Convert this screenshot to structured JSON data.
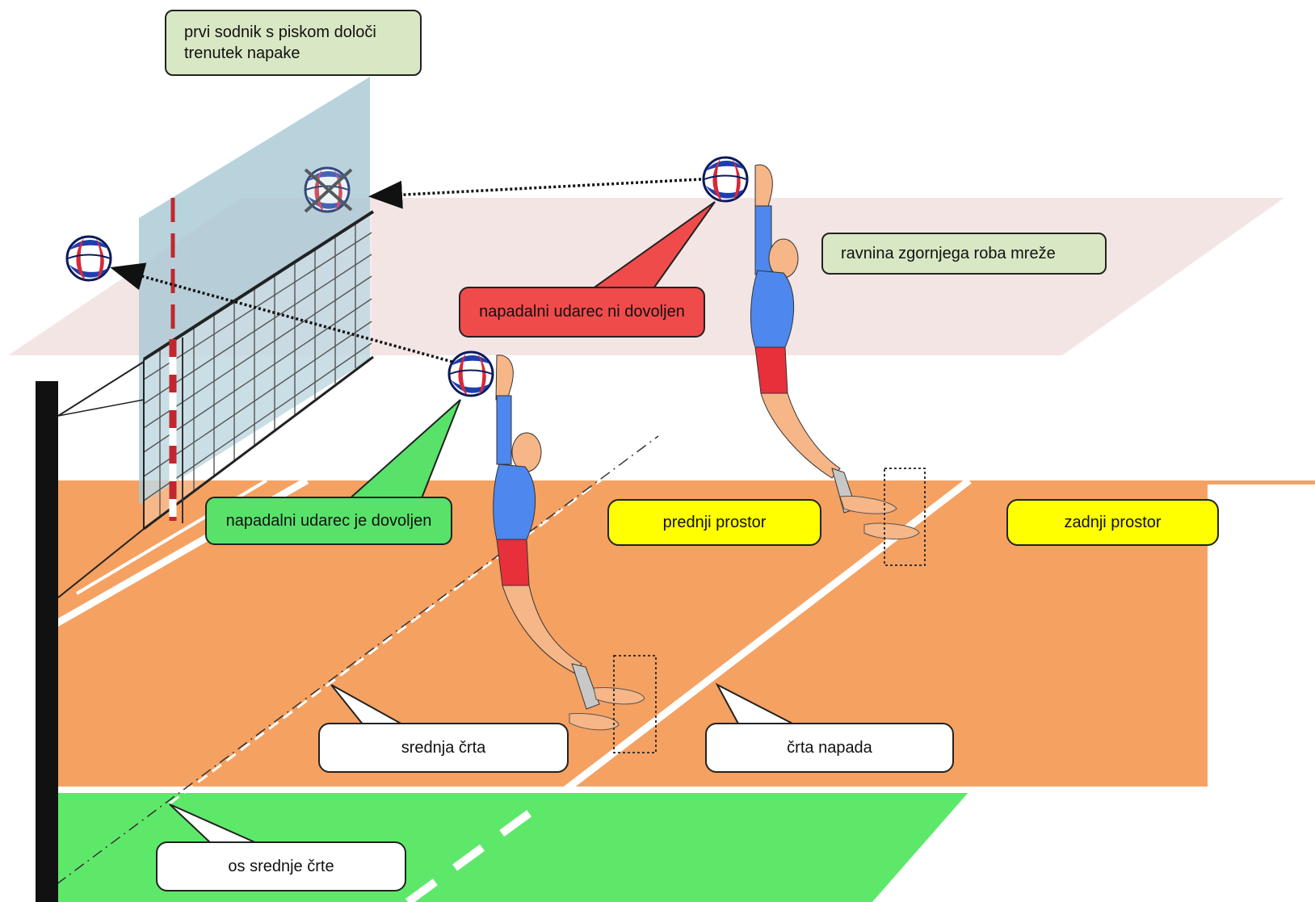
{
  "labels": {
    "first_referee": "prvi sodnik s piskom določi trenutek napake",
    "net_plane": "ravnina zgornjega roba mreže",
    "not_allowed": "napadalni udarec ni dovoljen",
    "allowed": "napadalni udarec je dovoljen",
    "front_zone": "prednji prostor",
    "back_zone": "zadnji prostor",
    "center_line": "srednja črta",
    "attack_line": "črta napada",
    "center_axis": "os srednje črte"
  },
  "colors": {
    "court": "#f5a162",
    "free_zone": "#5ee86a",
    "net_plane": "#f2e1e1",
    "antenna_zone": "#a8c8d4",
    "shirt": "#4e87ee",
    "shorts": "#e8303a",
    "skin": "#f6b687",
    "shoe": "#c8c8c8",
    "note_fill": "#d9e8c4",
    "warning": "#f04b4b",
    "ok": "#58e26a",
    "zone_label": "#ffff00"
  },
  "icons": [
    "volleyball-icon",
    "crossed-ball-icon",
    "arrow-left-icon"
  ]
}
